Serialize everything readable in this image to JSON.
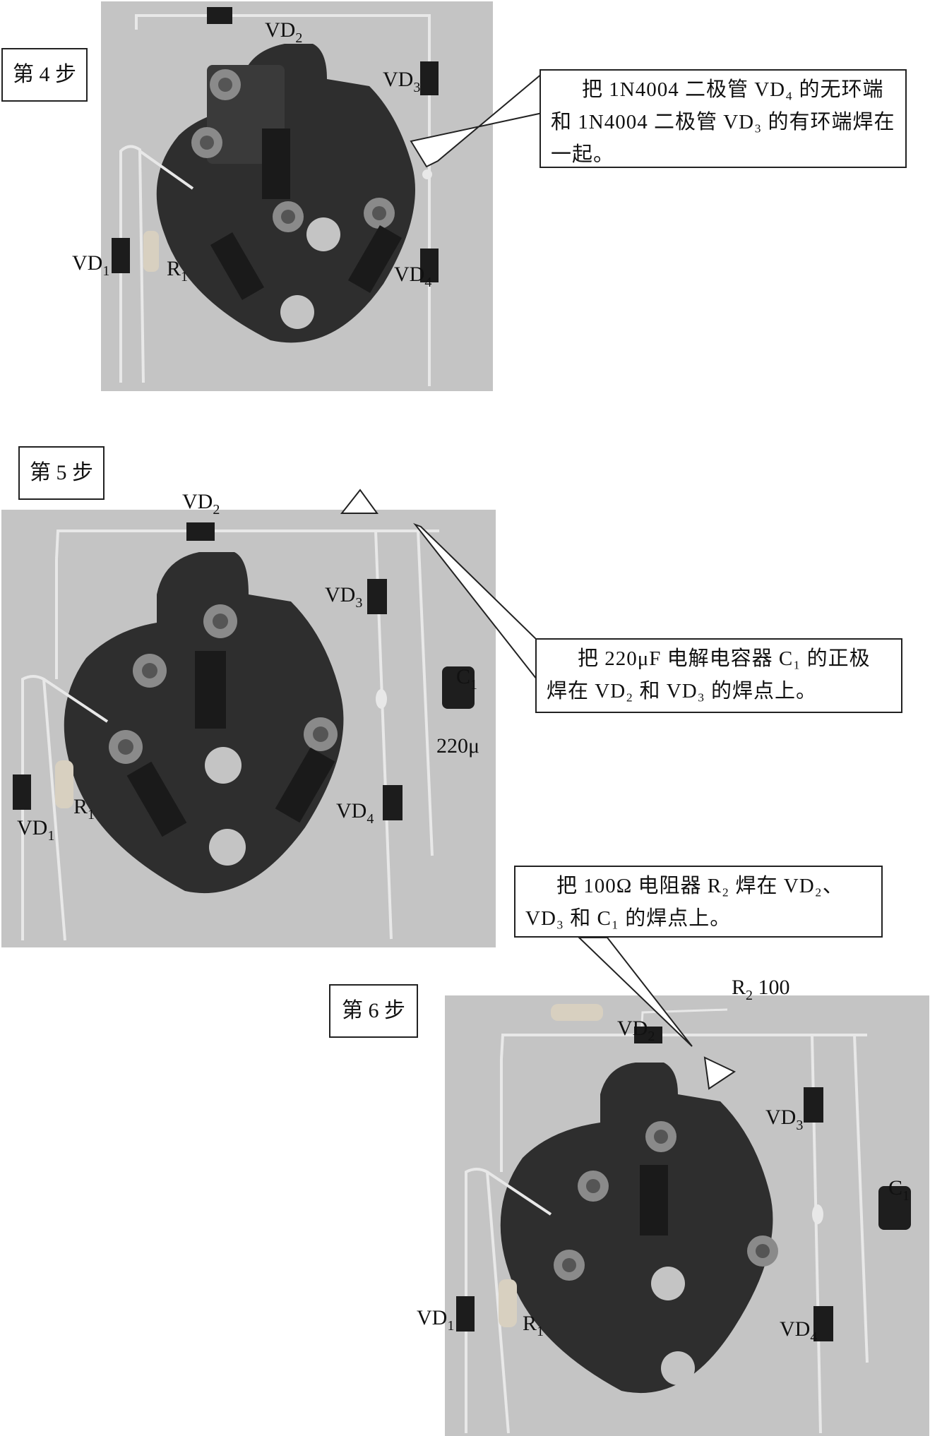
{
  "steps": [
    {
      "title": "第 4 步",
      "callout": "把 1N4004 二极管 VD₄ 的无环端和 1N4004 二极管 VD₃ 的有环端焊在一起。",
      "labels": {
        "vd1": "VD",
        "vd1_sub": "1",
        "vd2": "VD",
        "vd2_sub": "2",
        "vd3": "VD",
        "vd3_sub": "3",
        "vd4": "VD",
        "vd4_sub": "4",
        "r1": "R",
        "r1_sub": "1"
      }
    },
    {
      "title": "第 5 步",
      "callout": "把 220μF 电解电容器 C₁ 的正极焊在 VD₂ 和 VD₃ 的焊点上。",
      "labels": {
        "vd1": "VD",
        "vd1_sub": "1",
        "vd2": "VD",
        "vd2_sub": "2",
        "vd3": "VD",
        "vd3_sub": "3",
        "vd4": "VD",
        "vd4_sub": "4",
        "r1": "R",
        "r1_sub": "1",
        "c1": "C",
        "c1_sub": "1",
        "cap_value": "220μ"
      }
    },
    {
      "title": "第 6 步",
      "callout": "把 100Ω 电阻器 R₂ 焊在 VD₂、VD₃ 和 C₁ 的焊点上。",
      "labels": {
        "vd1": "VD",
        "vd1_sub": "1",
        "vd2": "VD",
        "vd2_sub": "2",
        "vd3": "VD",
        "vd3_sub": "3",
        "vd4": "VD",
        "vd4_sub": "4",
        "r1": "R",
        "r1_sub": "1",
        "c1": "C",
        "c1_sub": "1",
        "r2": "R",
        "r2_sub": "2",
        "r2_value": " 100"
      }
    }
  ],
  "colors": {
    "photo_bg": "#c4c4c4",
    "socket": "#2e2e2e",
    "wire": "#e8e8e8"
  }
}
